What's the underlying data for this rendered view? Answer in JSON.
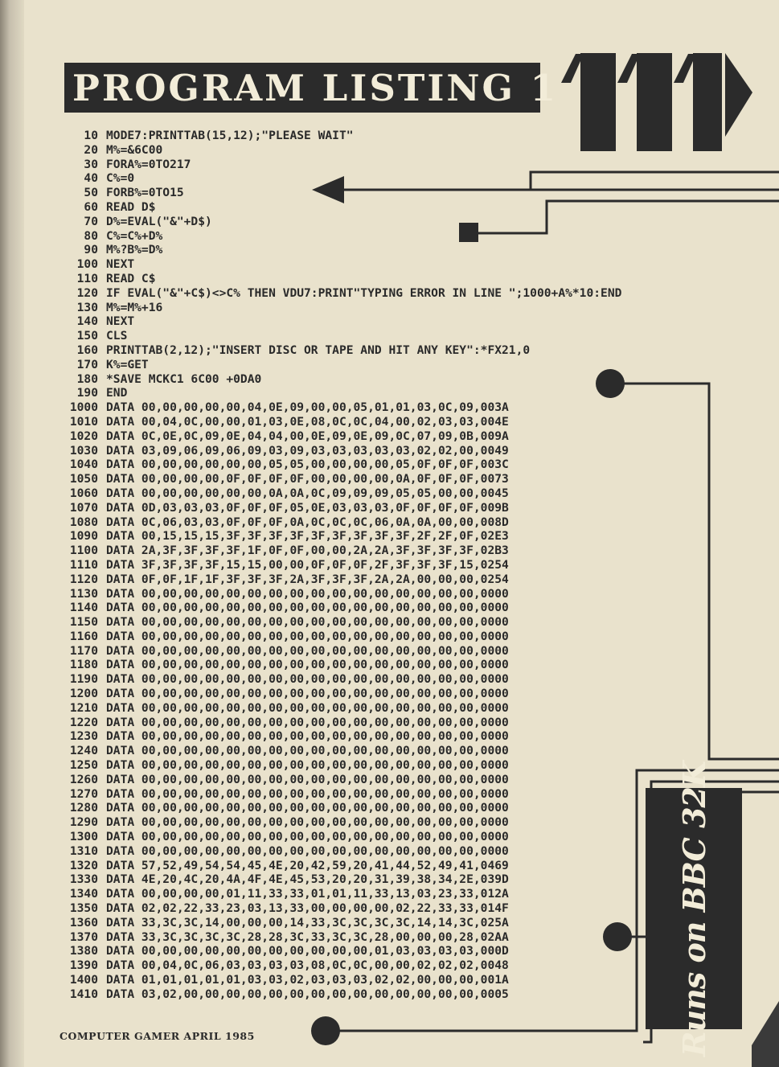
{
  "title": "PROGRAM LISTING 1",
  "side_label": "Runs on BBC 32K",
  "footer": "COMPUTER GAMER APRIL 1985",
  "colors": {
    "ink": "#2b2b2b",
    "paper": "#e9e2cc"
  },
  "listing": [
    {
      "n": "10",
      "code": "MODE7:PRINTTAB(15,12);\"PLEASE WAIT\""
    },
    {
      "n": "20",
      "code": "M%=&6C00"
    },
    {
      "n": "30",
      "code": "FORA%=0TO217"
    },
    {
      "n": "40",
      "code": "C%=0"
    },
    {
      "n": "50",
      "code": "FORB%=0TO15"
    },
    {
      "n": "60",
      "code": "READ D$"
    },
    {
      "n": "70",
      "code": "D%=EVAL(\"&\"+D$)"
    },
    {
      "n": "80",
      "code": "C%=C%+D%"
    },
    {
      "n": "90",
      "code": "M%?B%=D%"
    },
    {
      "n": "100",
      "code": "NEXT"
    },
    {
      "n": "110",
      "code": "READ C$"
    },
    {
      "n": "120",
      "code": "IF EVAL(\"&\"+C$)<>C% THEN VDU7:PRINT\"TYPING ERROR IN LINE \";1000+A%*10:END"
    },
    {
      "n": "130",
      "code": "M%=M%+16"
    },
    {
      "n": "140",
      "code": "NEXT"
    },
    {
      "n": "150",
      "code": "CLS"
    },
    {
      "n": "160",
      "code": "PRINTTAB(2,12);\"INSERT DISC OR TAPE AND HIT ANY KEY\":*FX21,0"
    },
    {
      "n": "170",
      "code": "K%=GET"
    },
    {
      "n": "180",
      "code": "*SAVE MCKC1 6C00 +0DA0"
    },
    {
      "n": "190",
      "code": "END"
    },
    {
      "n": "1000",
      "code": "DATA 00,00,00,00,00,04,0E,09,00,00,05,01,01,03,0C,09,003A"
    },
    {
      "n": "1010",
      "code": "DATA 00,04,0C,00,00,01,03,0E,08,0C,0C,04,00,02,03,03,004E"
    },
    {
      "n": "1020",
      "code": "DATA 0C,0E,0C,09,0E,04,04,00,0E,09,0E,09,0C,07,09,0B,009A"
    },
    {
      "n": "1030",
      "code": "DATA 03,09,06,09,06,09,03,09,03,03,03,03,03,02,02,00,0049"
    },
    {
      "n": "1040",
      "code": "DATA 00,00,00,00,00,00,05,05,00,00,00,00,05,0F,0F,0F,003C"
    },
    {
      "n": "1050",
      "code": "DATA 00,00,00,00,0F,0F,0F,0F,00,00,00,00,0A,0F,0F,0F,0073"
    },
    {
      "n": "1060",
      "code": "DATA 00,00,00,00,00,00,0A,0A,0C,09,09,09,05,05,00,00,0045"
    },
    {
      "n": "1070",
      "code": "DATA 0D,03,03,03,0F,0F,0F,05,0E,03,03,03,0F,0F,0F,0F,009B"
    },
    {
      "n": "1080",
      "code": "DATA 0C,06,03,03,0F,0F,0F,0A,0C,0C,0C,06,0A,0A,00,00,008D"
    },
    {
      "n": "1090",
      "code": "DATA 00,15,15,15,3F,3F,3F,3F,3F,3F,3F,3F,3F,2F,2F,0F,02E3"
    },
    {
      "n": "1100",
      "code": "DATA 2A,3F,3F,3F,3F,1F,0F,0F,00,00,2A,2A,3F,3F,3F,3F,02B3"
    },
    {
      "n": "1110",
      "code": "DATA 3F,3F,3F,3F,15,15,00,00,0F,0F,0F,2F,3F,3F,3F,15,0254"
    },
    {
      "n": "1120",
      "code": "DATA 0F,0F,1F,1F,3F,3F,3F,2A,3F,3F,3F,2A,2A,00,00,00,0254"
    },
    {
      "n": "1130",
      "code": "DATA 00,00,00,00,00,00,00,00,00,00,00,00,00,00,00,00,0000"
    },
    {
      "n": "1140",
      "code": "DATA 00,00,00,00,00,00,00,00,00,00,00,00,00,00,00,00,0000"
    },
    {
      "n": "1150",
      "code": "DATA 00,00,00,00,00,00,00,00,00,00,00,00,00,00,00,00,0000"
    },
    {
      "n": "1160",
      "code": "DATA 00,00,00,00,00,00,00,00,00,00,00,00,00,00,00,00,0000"
    },
    {
      "n": "1170",
      "code": "DATA 00,00,00,00,00,00,00,00,00,00,00,00,00,00,00,00,0000"
    },
    {
      "n": "1180",
      "code": "DATA 00,00,00,00,00,00,00,00,00,00,00,00,00,00,00,00,0000"
    },
    {
      "n": "1190",
      "code": "DATA 00,00,00,00,00,00,00,00,00,00,00,00,00,00,00,00,0000"
    },
    {
      "n": "1200",
      "code": "DATA 00,00,00,00,00,00,00,00,00,00,00,00,00,00,00,00,0000"
    },
    {
      "n": "1210",
      "code": "DATA 00,00,00,00,00,00,00,00,00,00,00,00,00,00,00,00,0000"
    },
    {
      "n": "1220",
      "code": "DATA 00,00,00,00,00,00,00,00,00,00,00,00,00,00,00,00,0000"
    },
    {
      "n": "1230",
      "code": "DATA 00,00,00,00,00,00,00,00,00,00,00,00,00,00,00,00,0000"
    },
    {
      "n": "1240",
      "code": "DATA 00,00,00,00,00,00,00,00,00,00,00,00,00,00,00,00,0000"
    },
    {
      "n": "1250",
      "code": "DATA 00,00,00,00,00,00,00,00,00,00,00,00,00,00,00,00,0000"
    },
    {
      "n": "1260",
      "code": "DATA 00,00,00,00,00,00,00,00,00,00,00,00,00,00,00,00,0000"
    },
    {
      "n": "1270",
      "code": "DATA 00,00,00,00,00,00,00,00,00,00,00,00,00,00,00,00,0000"
    },
    {
      "n": "1280",
      "code": "DATA 00,00,00,00,00,00,00,00,00,00,00,00,00,00,00,00,0000"
    },
    {
      "n": "1290",
      "code": "DATA 00,00,00,00,00,00,00,00,00,00,00,00,00,00,00,00,0000"
    },
    {
      "n": "1300",
      "code": "DATA 00,00,00,00,00,00,00,00,00,00,00,00,00,00,00,00,0000"
    },
    {
      "n": "1310",
      "code": "DATA 00,00,00,00,00,00,00,00,00,00,00,00,00,00,00,00,0000"
    },
    {
      "n": "1320",
      "code": "DATA 57,52,49,54,54,45,4E,20,42,59,20,41,44,52,49,41,0469"
    },
    {
      "n": "1330",
      "code": "DATA 4E,20,4C,20,4A,4F,4E,45,53,20,20,31,39,38,34,2E,039D"
    },
    {
      "n": "1340",
      "code": "DATA 00,00,00,00,01,11,33,33,01,01,11,33,13,03,23,33,012A"
    },
    {
      "n": "1350",
      "code": "DATA 02,02,22,33,23,03,13,33,00,00,00,00,02,22,33,33,014F"
    },
    {
      "n": "1360",
      "code": "DATA 33,3C,3C,14,00,00,00,14,33,3C,3C,3C,3C,14,14,3C,025A"
    },
    {
      "n": "1370",
      "code": "DATA 33,3C,3C,3C,3C,28,28,3C,33,3C,3C,28,00,00,00,28,02AA"
    },
    {
      "n": "1380",
      "code": "DATA 00,00,00,00,00,00,00,00,00,00,00,01,03,03,03,03,000D"
    },
    {
      "n": "1390",
      "code": "DATA 00,04,0C,06,03,03,03,03,08,0C,0C,00,00,02,02,02,0048"
    },
    {
      "n": "1400",
      "code": "DATA 01,01,01,01,01,03,03,02,03,03,03,02,02,00,00,00,001A"
    },
    {
      "n": "1410",
      "code": "DATA 03,02,00,00,00,00,00,00,00,00,00,00,00,00,00,00,0005"
    }
  ]
}
